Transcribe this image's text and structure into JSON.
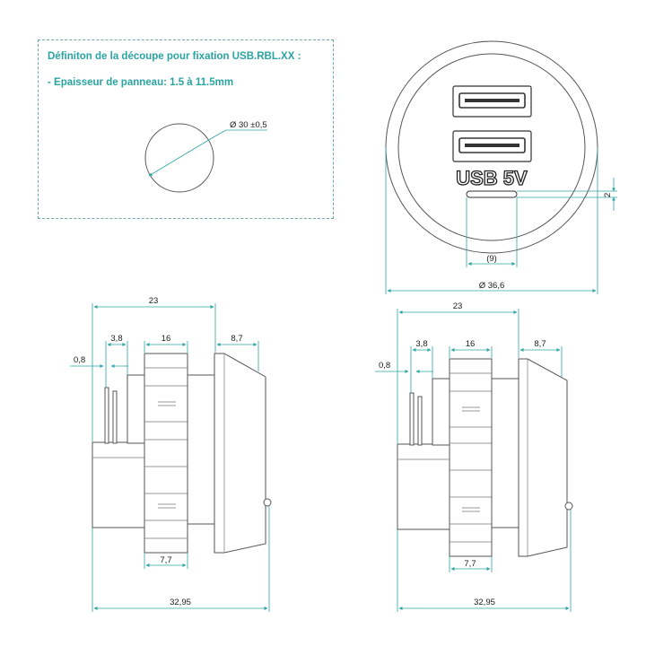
{
  "cutout": {
    "title": "Définiton de la découpe pour fixation USB.RBL.XX :",
    "panel_thickness": "- Epaisseur de panneau: 1.5 à 11.5mm",
    "diameter_label": "Ø 30 ±0,5"
  },
  "front_view": {
    "logo_text": "USB 5V",
    "dim_led_height": "2",
    "dim_led_width": "(9)",
    "dim_outer_diameter": "Ø 36,6"
  },
  "side_view_left": {
    "dim_total_top": "23",
    "dim_pins": "3,8",
    "dim_body": "16",
    "dim_bezel": "8,7",
    "dim_pin_thickness": "0,8",
    "dim_bottom_nut": "7,7",
    "dim_total_length": "32,95"
  },
  "side_view_right": {
    "dim_total_top": "23",
    "dim_pins": "3,8",
    "dim_body": "16",
    "dim_bezel": "8,7",
    "dim_pin_thickness": "0,8",
    "dim_bottom_nut": "7,7",
    "dim_total_length": "32,95"
  },
  "colors": {
    "dimension": "#2fa5a5",
    "title_text": "#2aa3a3",
    "outline": "#555555"
  }
}
